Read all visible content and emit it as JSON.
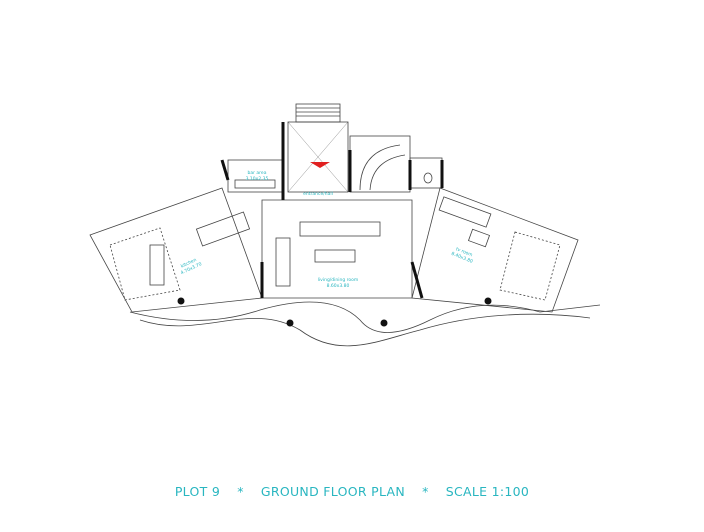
{
  "title": {
    "plot": "PLOT 9",
    "separator": "*",
    "plan": "GROUND FLOOR PLAN",
    "scale": "SCALE 1:100"
  },
  "rooms": [
    {
      "name": "bar area",
      "size": "3.10x2.35"
    },
    {
      "name": "entrance/hall",
      "size": ""
    },
    {
      "name": "kitchen",
      "size": "4.70x3.70"
    },
    {
      "name": "living/dining room",
      "size": "8.60x3.80"
    },
    {
      "name": "tv room",
      "size": "8.40x3.80"
    }
  ],
  "colors": {
    "label": "#29b6c0",
    "lines": "#333333",
    "accent": "#e02020"
  }
}
